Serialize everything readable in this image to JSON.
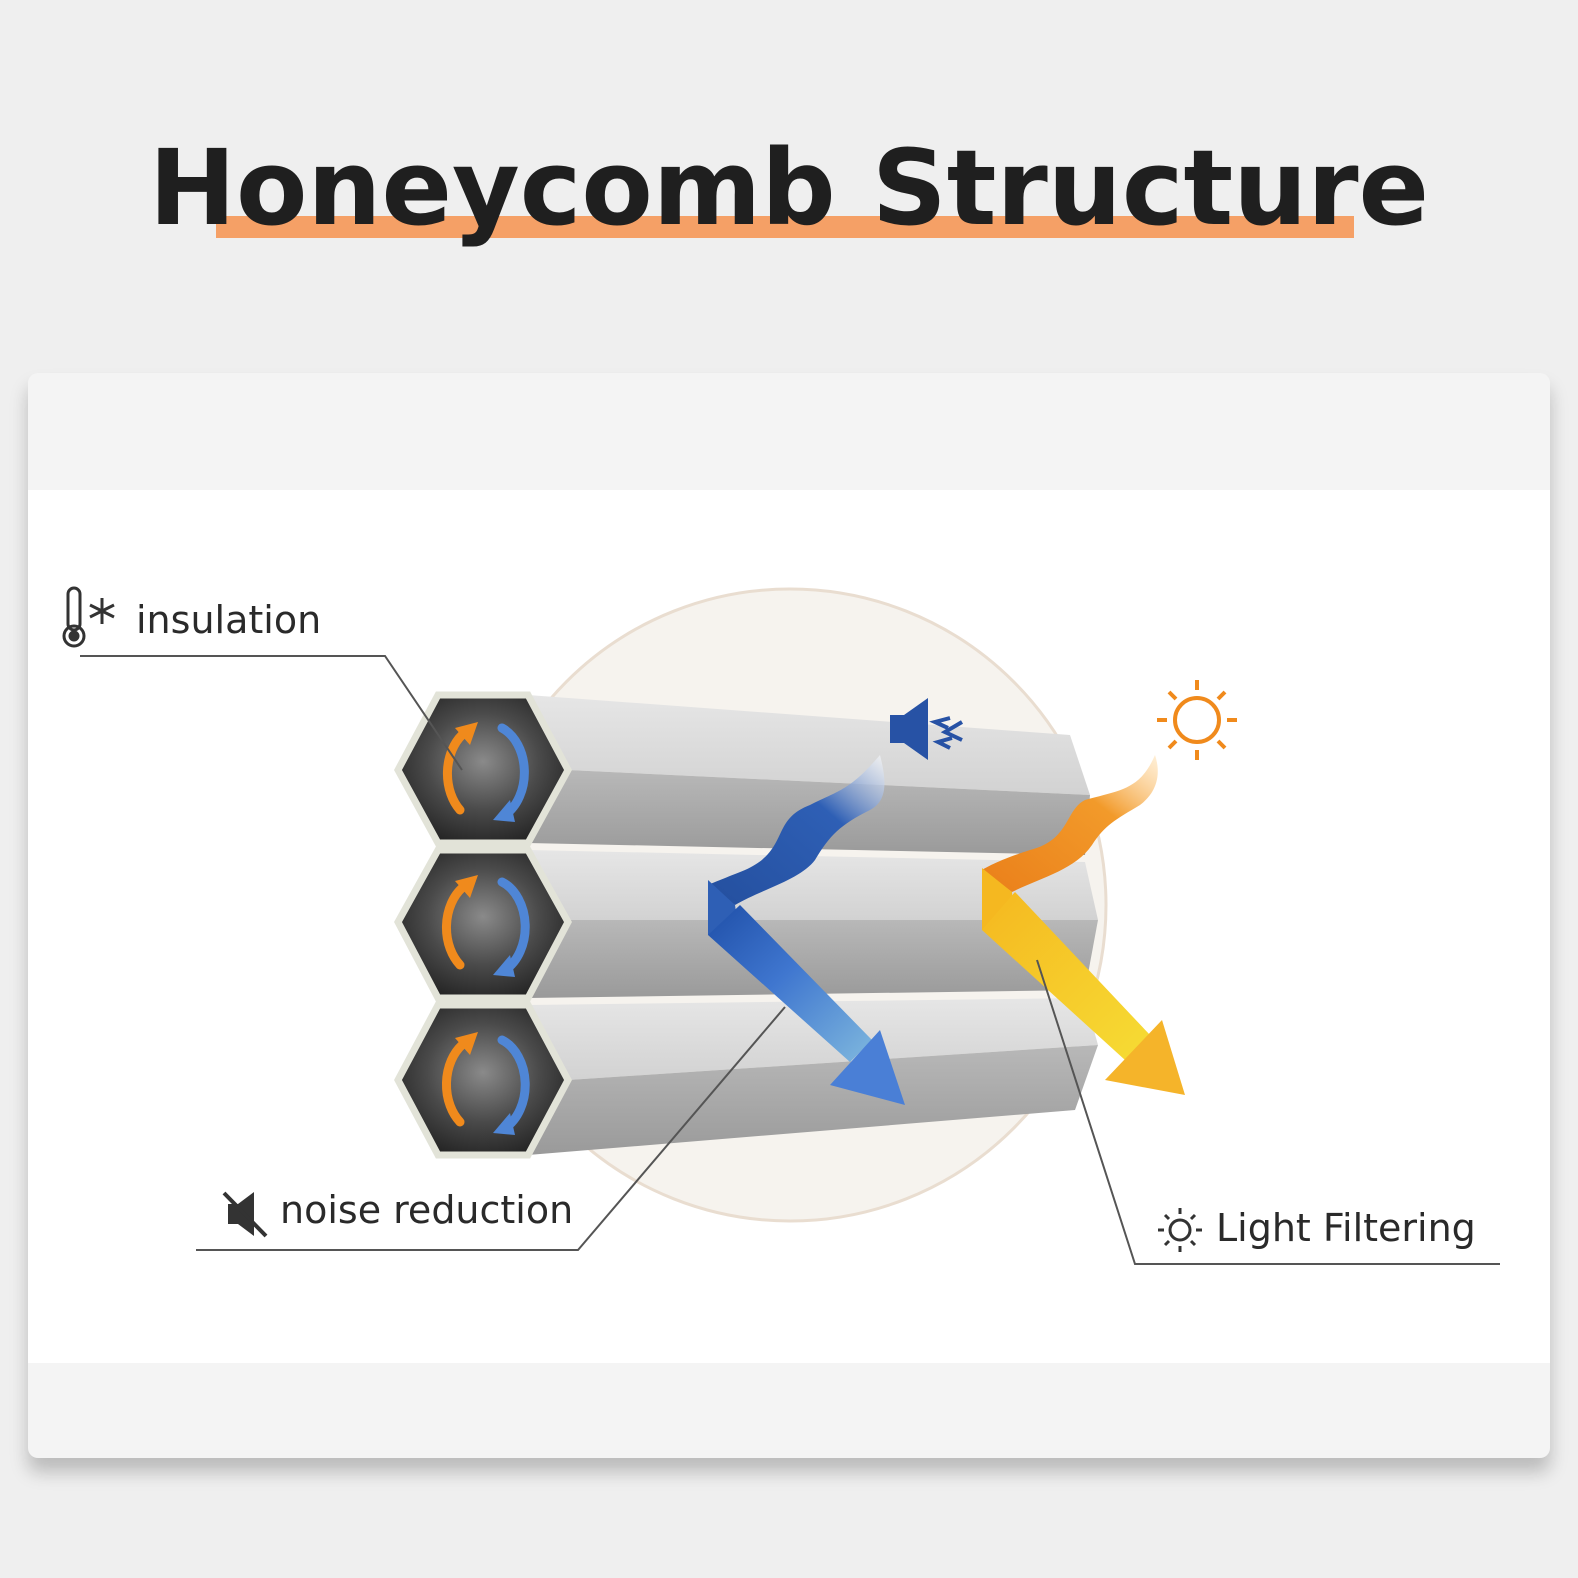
{
  "title": "Honeycomb Structure",
  "features": {
    "insulation": {
      "label": "insulation",
      "icon": "thermometer-snowflake-icon"
    },
    "noise": {
      "label": "noise reduction",
      "icon": "speaker-muted-icon"
    },
    "light": {
      "label": "Light Filtering",
      "icon": "sun-icon"
    }
  },
  "colors": {
    "accent_underline": "#f5a066",
    "sound_wave": "#2f5fb0",
    "light_wave": "#f5a623",
    "warm_arrow": "#f08a1c",
    "cool_arrow": "#4f86d6"
  }
}
